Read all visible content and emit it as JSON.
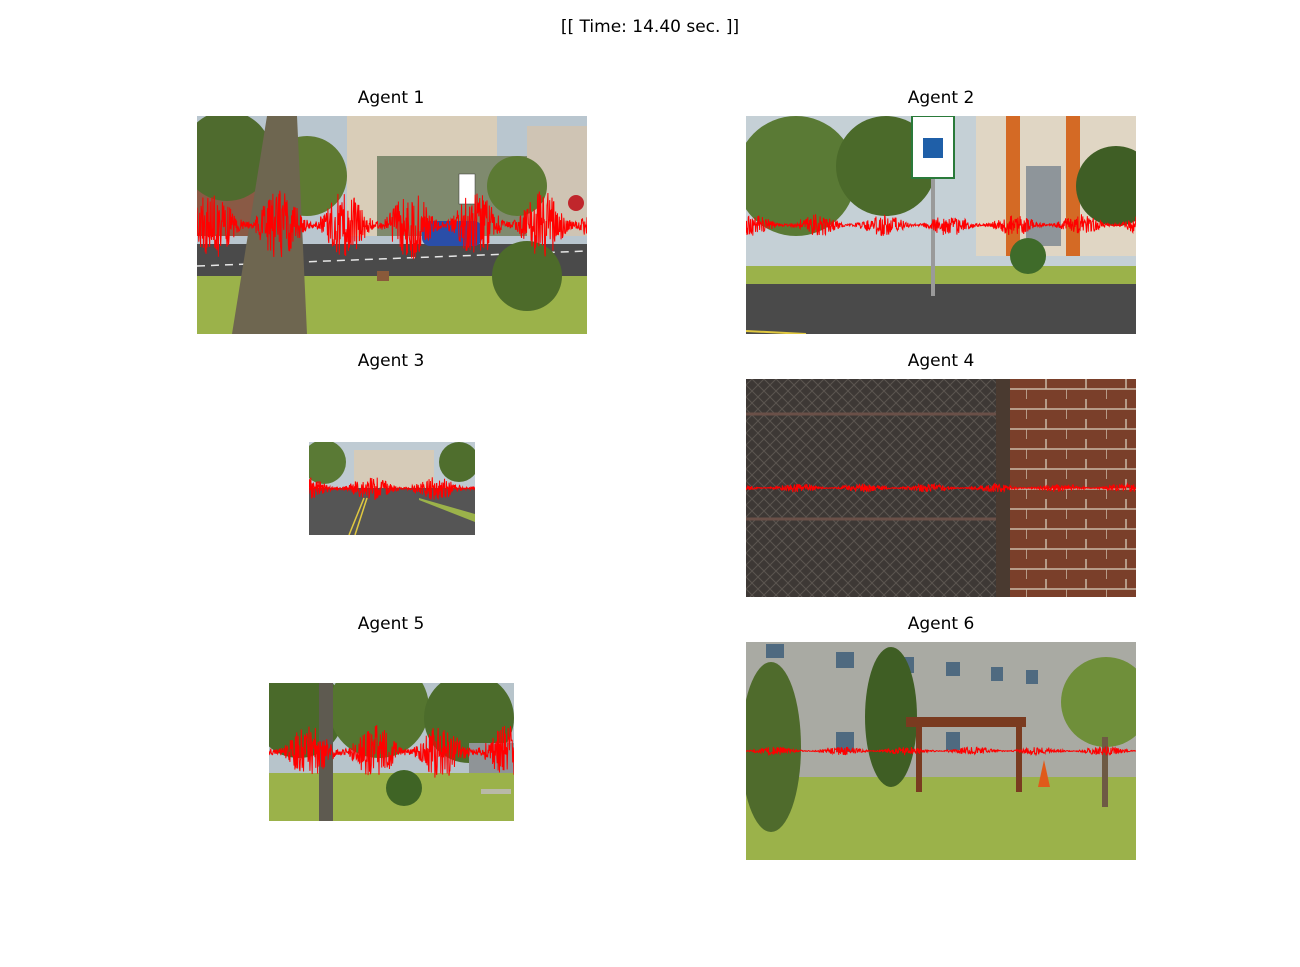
{
  "figure": {
    "title": "[[ Time: 14.40 sec. ]]"
  },
  "agents": [
    {
      "label": "Agent 1",
      "scene": "street",
      "signal_amplitude": 0.16
    },
    {
      "label": "Agent 2",
      "scene": "parking",
      "signal_amplitude": 0.05
    },
    {
      "label": "Agent 3",
      "scene": "road",
      "signal_amplitude": 0.13
    },
    {
      "label": "Agent 4",
      "scene": "fence",
      "signal_amplitude": 0.02
    },
    {
      "label": "Agent 5",
      "scene": "park",
      "signal_amplitude": 0.2
    },
    {
      "label": "Agent 6",
      "scene": "pergola",
      "signal_amplitude": 0.02
    }
  ],
  "colors": {
    "signal": "#ff0000",
    "grass": "#9bb24a",
    "asphalt": "#4a4a4a",
    "sky": "#c9d3da"
  }
}
